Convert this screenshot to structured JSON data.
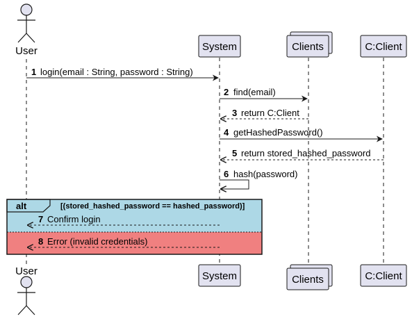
{
  "participants": {
    "user": "User",
    "system": "System",
    "clients": "Clients",
    "client": "C:Client"
  },
  "messages": [
    {
      "num": "1",
      "text": "login(email : String, password : String)",
      "from": "user",
      "to": "system",
      "style": "solid"
    },
    {
      "num": "2",
      "text": "find(email)",
      "from": "system",
      "to": "clients",
      "style": "solid"
    },
    {
      "num": "3",
      "text": "return C:Client",
      "from": "clients",
      "to": "system",
      "style": "dashed"
    },
    {
      "num": "4",
      "text": "getHashedPassword()",
      "from": "system",
      "to": "client",
      "style": "solid"
    },
    {
      "num": "5",
      "text": "return stored_hashed_password",
      "from": "client",
      "to": "system",
      "style": "dashed"
    },
    {
      "num": "6",
      "text": "hash(password)",
      "from": "system",
      "to": "system",
      "style": "self"
    },
    {
      "num": "7",
      "text": "Confirm login",
      "from": "system",
      "to": "user",
      "style": "dashed"
    },
    {
      "num": "8",
      "text": "Error (invalid credentials)",
      "from": "system",
      "to": "user",
      "style": "dashed"
    }
  ],
  "alt": {
    "keyword": "alt",
    "guard": "[(stored_hashed_password == hashed_password)]"
  },
  "colors": {
    "participant_fill": "#E2E2F0",
    "alt_success_fill": "#ADD8E6",
    "alt_error_fill": "#F08080",
    "border": "#181818"
  }
}
